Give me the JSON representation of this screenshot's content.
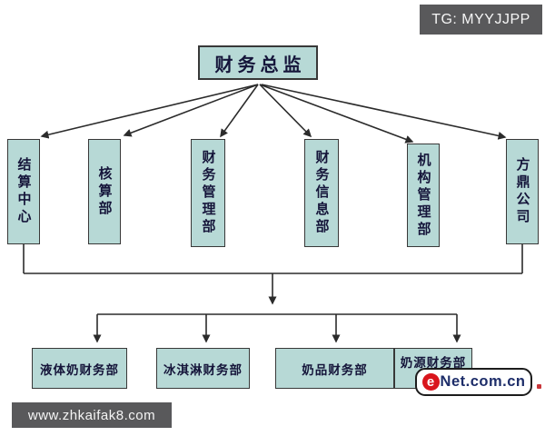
{
  "watermarks": {
    "tg_badge": "TG: MYYJJPP",
    "site_bar": "www.zhkaifak8.com",
    "enet_logo": {
      "e": "e",
      "rest": "Net.com.cn"
    }
  },
  "chart": {
    "type": "org-chart",
    "root": {
      "label": "财务总监"
    },
    "level1": [
      {
        "label": "结算中心"
      },
      {
        "label": "核算部"
      },
      {
        "label": "财务管理部"
      },
      {
        "label": "财务信息部"
      },
      {
        "label": "机构管理部"
      },
      {
        "label": "方鼎公司"
      }
    ],
    "level2": [
      {
        "label": "液体奶财务部"
      },
      {
        "label": "冰淇淋财务部"
      },
      {
        "label": "奶品财务部"
      },
      {
        "label": "奶源财务部"
      }
    ]
  },
  "colors": {
    "node_fill": "#b7d9d6",
    "node_border": "#383838",
    "node_text": "#15153a",
    "line": "#2b2b2b",
    "badge_bg": "#59595b",
    "badge_text": "#f5f5f5",
    "logo_text": "#1d2d69",
    "logo_red": "#d9151c",
    "background": "#ffffff"
  }
}
